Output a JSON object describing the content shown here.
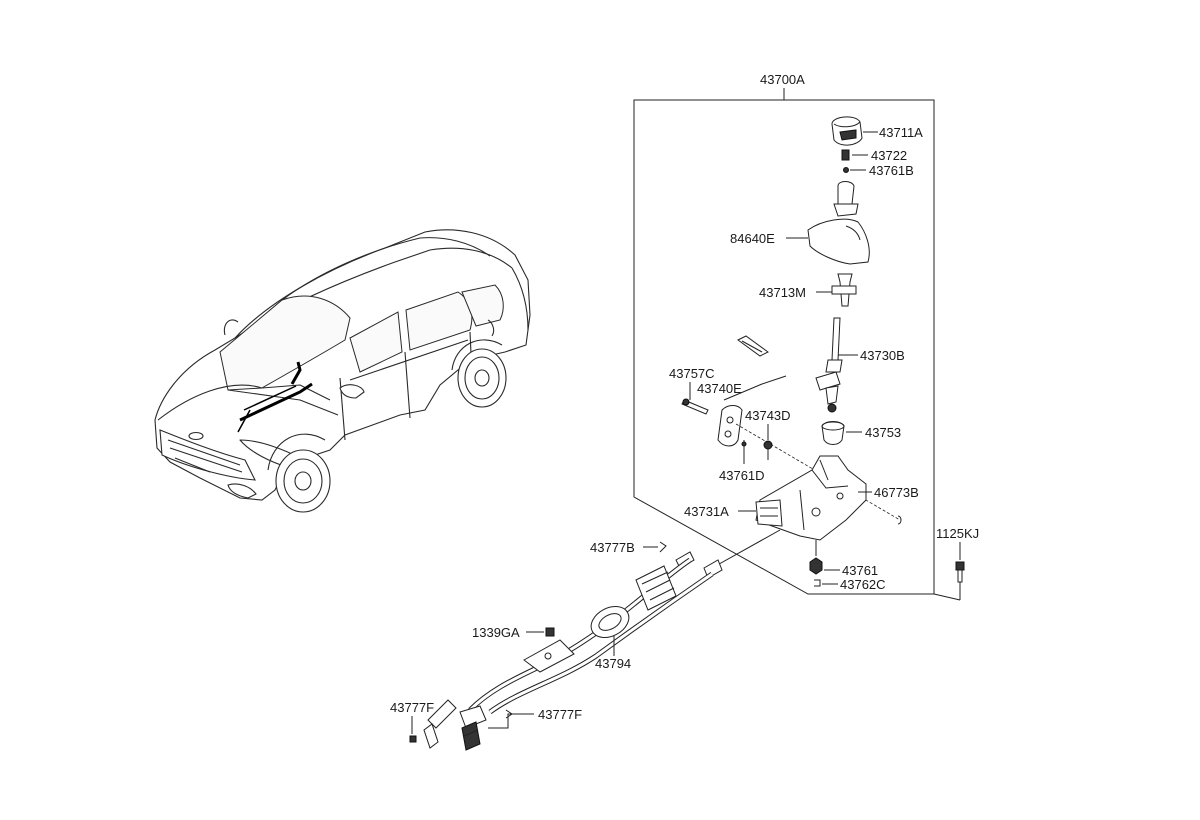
{
  "assembly": {
    "label": "43700A"
  },
  "parts": {
    "knob": "43711A",
    "spring": "43722",
    "ball": "43761B",
    "cover": "84640E",
    "lever_upper": "43713M",
    "lever_shaft": "43730B",
    "bolt": "43757C",
    "bracket": "43740E",
    "pin_d": "43743D",
    "pin_small": "43761D",
    "bushing": "43753",
    "clip_b": "46773B",
    "base": "43731A",
    "nut": "43761",
    "washer": "43762C",
    "screw": "1125KJ",
    "clip_cable": "43777B",
    "clip_ga": "1339GA",
    "grommet": "43794",
    "clip_f_left": "43777F",
    "clip_f_right": "43777F"
  },
  "colors": {
    "line": "#222222",
    "background": "#ffffff"
  }
}
